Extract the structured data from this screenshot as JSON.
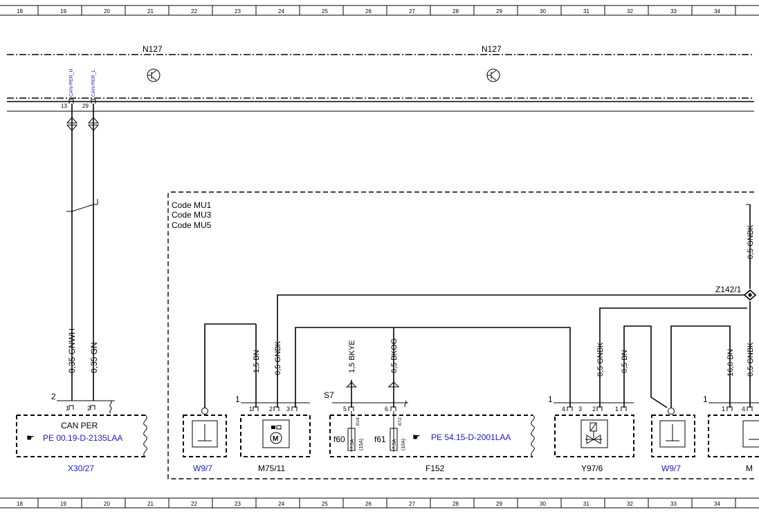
{
  "grid": {
    "columns": [
      "18",
      "19",
      "20",
      "21",
      "22",
      "23",
      "24",
      "25",
      "26",
      "27",
      "28",
      "29",
      "30",
      "31",
      "32",
      "33",
      "34"
    ]
  },
  "control_units": {
    "left": "N127",
    "right": "N127"
  },
  "can_signals": {
    "high": "CAN-PER_H",
    "low": "CAN-PER_L"
  },
  "can_pins": {
    "high": "13",
    "low": "29"
  },
  "wires": {
    "can_high": "0,35 GNWH",
    "can_low": "0,35 GN",
    "m75_11_pin1": "1,5 BN",
    "m75_11_pin2": "0,5 GNBK",
    "f152_pin5": "1,5 BKYE",
    "f152_pin6": "0,5 BKOG",
    "y97_6_pin2": "0,5 GNBK",
    "y97_6_pin1": "0,5 BN",
    "right_top": "0,5 GNBK",
    "right_a": "16,0 BN",
    "right_b": "0,5 GNBK"
  },
  "codes": [
    "Code MU1",
    "Code MU3",
    "Code MU5"
  ],
  "splice": "Z142/1",
  "connector_s7": "S7",
  "components": {
    "x30_27": {
      "name": "X30/27",
      "title": "CAN PER",
      "ref": "PE 00.19-D-2135LAA",
      "conn": "2",
      "pins": [
        "1",
        "2"
      ]
    },
    "w9_7_left": {
      "name": "W9/7"
    },
    "m75_11": {
      "name": "M75/11",
      "conn": "1",
      "pins": [
        "1",
        "2",
        "3"
      ]
    },
    "f152": {
      "name": "F152",
      "ref": "PE 54.15-D-2001LAA",
      "pins": [
        "5",
        "6"
      ],
      "fuse1": {
        "label": "f60",
        "rating": "7,5A",
        "term": "81/4",
        "alt": "(15A)"
      },
      "fuse2": {
        "label": "f61",
        "rating": "7,5A",
        "term": "87/2",
        "alt": "(10A)"
      }
    },
    "y97_6": {
      "name": "Y97/6",
      "conn": "1",
      "pins": [
        "4",
        "3",
        "2",
        "1"
      ]
    },
    "w9_7_right": {
      "name": "W9/7"
    },
    "right_partial": {
      "name": "M",
      "conn": "1",
      "pins": [
        "1",
        "4"
      ]
    }
  },
  "colors": {
    "link": "#1a1acc",
    "line": "#000000"
  }
}
